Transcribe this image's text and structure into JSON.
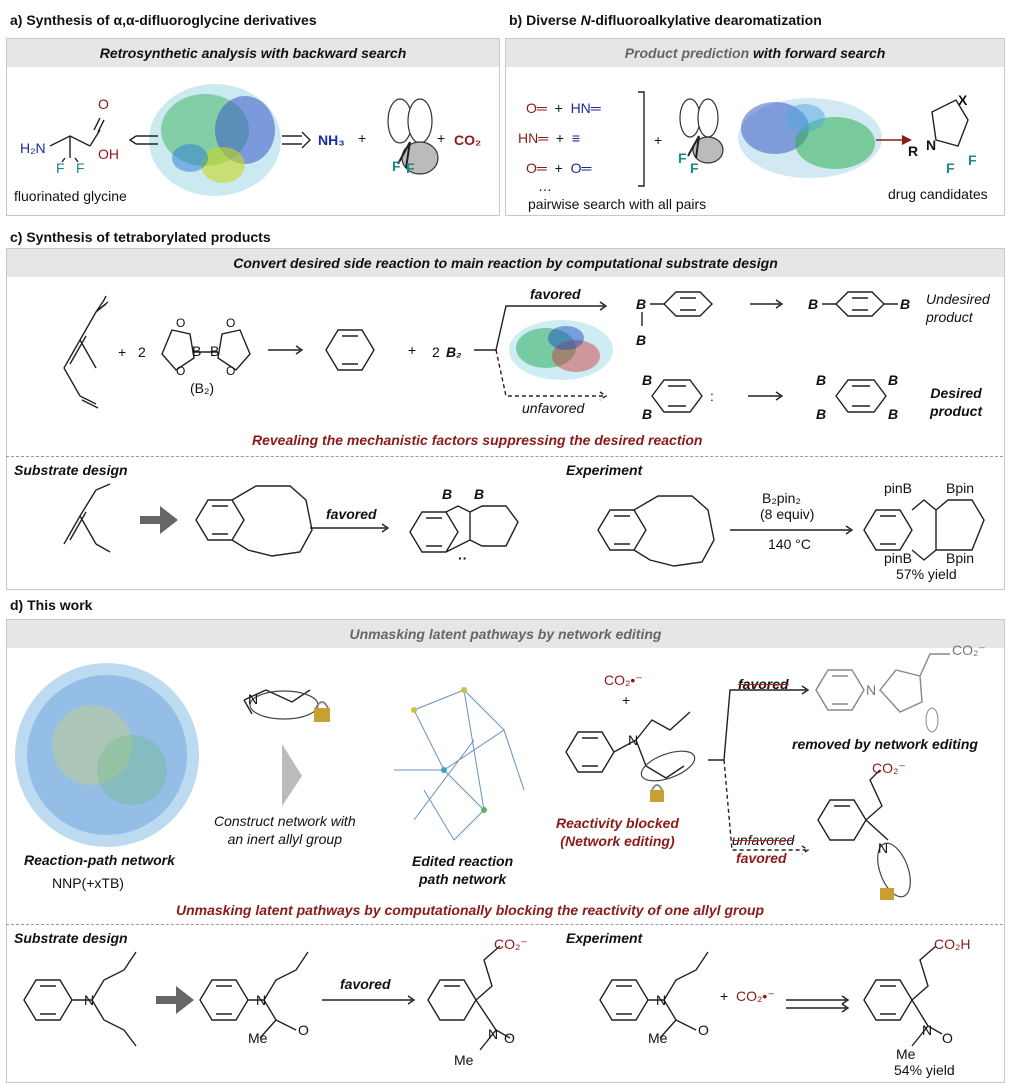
{
  "colors": {
    "banner_bg": "#e6e6e6",
    "dark_red": "#8b1a1a",
    "navy": "#1a2aa0",
    "arrow_gray": "#666666"
  },
  "panel_a": {
    "title": "a) Synthesis of α,α-difluoroglycine derivatives",
    "banner": "Retrosynthetic analysis with backward search",
    "h2n": "H₂N",
    "oh": "OH",
    "o": "O",
    "f": "F",
    "caption": "fluorinated glycine",
    "nh3": "NH₃",
    "plus": "+",
    "co2": "CO₂"
  },
  "panel_b": {
    "title_pre": "b) Diverse ",
    "title_n": "N",
    "title_post": "-difluoroalkylative dearomatization",
    "banner_gray": "Product prediction",
    "banner_black": " with forward search",
    "reagents": [
      [
        "O═",
        "+",
        "HN═"
      ],
      [
        "HN═",
        "+",
        "≡"
      ],
      [
        "O═",
        "+",
        "O═"
      ]
    ],
    "ellipsis": "…",
    "caption": "pairwise search with all pairs",
    "x": "X",
    "r": "R",
    "n": "N",
    "f": "F",
    "product_caption": "drug candidates"
  },
  "panel_c": {
    "title": "c) Synthesis of tetraborylated products",
    "banner": "Convert desired side reaction to main reaction by computational substrate design",
    "coef": "2",
    "coef2": "2",
    "b": "B",
    "b2_label": "(B₂)",
    "b2_main": "B₂",
    "favored": "favored",
    "unfavored": "unfavored",
    "undesired": "Undesired\nproduct",
    "desired": "Desired\nproduct",
    "revealing": "Revealing the mechanistic factors suppressing the desired reaction",
    "substrate_design": "Substrate design",
    "experiment": "Experiment",
    "favored2": "favored",
    "reagent": "B₂pin₂",
    "equiv": "(8 equiv)",
    "temp": "140 °C",
    "pinb": "pinB",
    "bpin": "Bpin",
    "yield": "57% yield"
  },
  "panel_d": {
    "title": "d) This work",
    "banner": "Unmasking latent pathways by network editing",
    "network_label": "Reaction-path network",
    "nnp": "NNP(+xTB)",
    "construct": "Construct network with\nan inert allyl group",
    "edited": "Edited reaction\npath network",
    "co2rad": "CO₂•⁻",
    "plus": "+",
    "n": "N",
    "blocked": "Reactivity blocked\n(Network editing)",
    "favored_struck": "favored",
    "removed": "removed by network editing",
    "unfavored_struck": "unfavored",
    "favored_new": "favored",
    "co2minus": "CO₂⁻",
    "unmasking": "Unmasking latent pathways by computationally blocking the reactivity of one allyl group",
    "substrate_design": "Substrate design",
    "experiment": "Experiment",
    "favored2": "favored",
    "me": "Me",
    "o": "O",
    "co2h": "CO₂H",
    "yield": "54% yield"
  }
}
